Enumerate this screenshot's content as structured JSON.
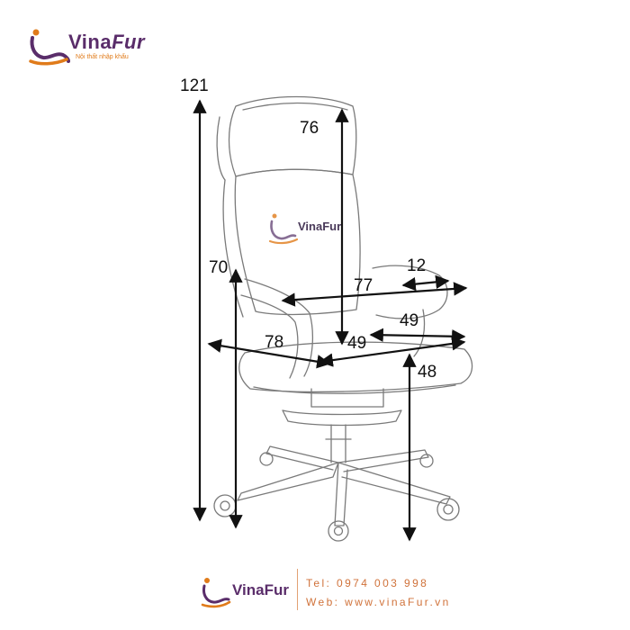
{
  "brand": {
    "name_part1": "Vina",
    "name_part2": "Fur",
    "tagline": "Nội thất nhập khẩu",
    "watermark": "VinaFur",
    "colors": {
      "primary": "#5a2d6a",
      "accent": "#e07b1a",
      "footer_text": "#d0723a"
    }
  },
  "dimensions": {
    "total_height": "121",
    "backrest_height": "76",
    "armrest_height": "70",
    "armrest_width": "12",
    "overall_width": "77",
    "seat_width": "49",
    "seat_depth": "49",
    "overall_depth": "78",
    "seat_height": "48"
  },
  "footer": {
    "brand": "VinaFur",
    "phone": "Tel: 0974 003 998",
    "website": "Web: www.vinaFur.vn"
  }
}
